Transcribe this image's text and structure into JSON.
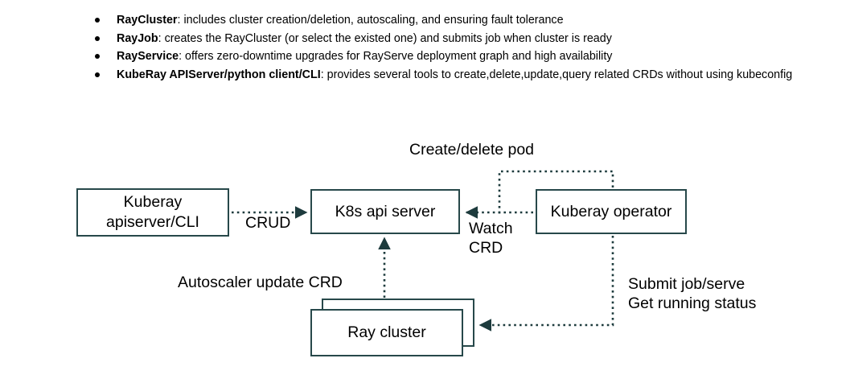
{
  "slide": {
    "bullets": [
      {
        "lead": "RayCluster",
        "rest": ": includes cluster creation/deletion, autoscaling, and ensuring fault tolerance"
      },
      {
        "lead": "RayJob",
        "rest": ": creates the RayCluster (or select the existed one) and submits job when cluster is ready"
      },
      {
        "lead": "RayService",
        "rest": ": offers zero-downtime upgrades for RayServe deployment graph and high availability"
      },
      {
        "lead": "KubeRay APIServer/python client/CLI",
        "rest": ": provides several tools to create,delete,update,query related CRDs without using kubeconfig"
      }
    ]
  },
  "diagram": {
    "nodes": {
      "kuberay_apiserver": "Kuberay\napiserver/CLI",
      "k8s_api_server": "K8s api server",
      "kuberay_operator": "Kuberay operator",
      "ray_cluster": "Ray cluster"
    },
    "edge_labels": {
      "create_delete_pod": "Create/delete pod",
      "crud": "CRUD",
      "watch_crd": "Watch\nCRD",
      "autoscaler_update_crd": "Autoscaler update CRD",
      "submit_job": "Submit job/serve\nGet running status"
    },
    "colors": {
      "node_border": "#27484a",
      "connector": "#1d3b3d",
      "text": "#000000",
      "background": "#ffffff"
    }
  }
}
